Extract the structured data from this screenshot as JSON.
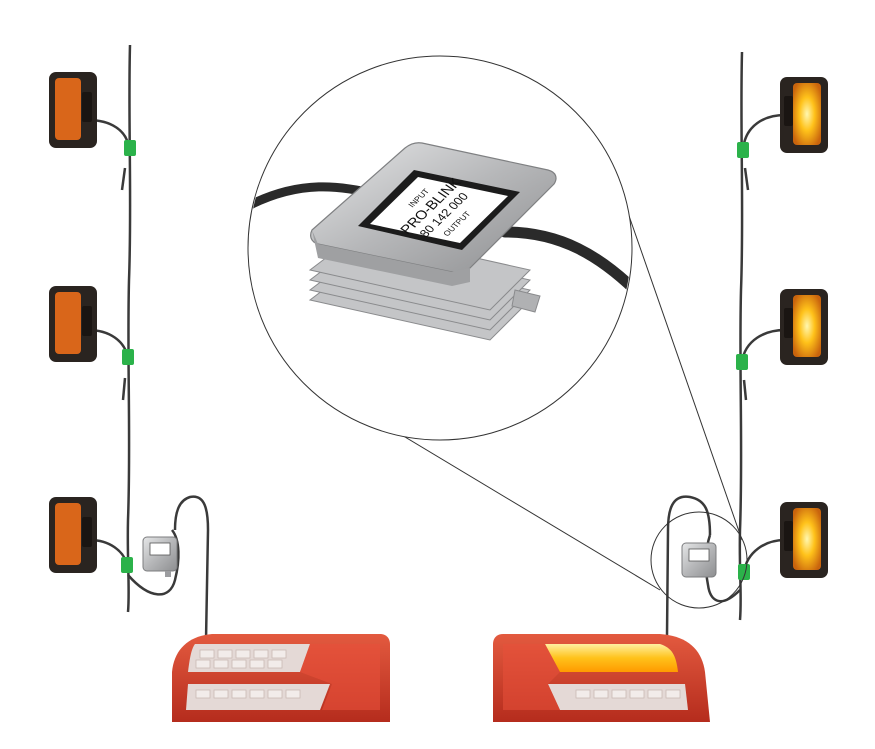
{
  "module_label": {
    "input": "INPUT",
    "brand": "PRO-BLINK",
    "part_number": "80 142 000",
    "output": "OUTPUT"
  },
  "colors": {
    "amber_off": "#d9661a",
    "amber_on": "#ffc21a",
    "lamp_red": "#d5432b",
    "module_silver": "#b8b9bb",
    "cable": "#3a3a3a",
    "connector_green": "#2bb24a"
  }
}
